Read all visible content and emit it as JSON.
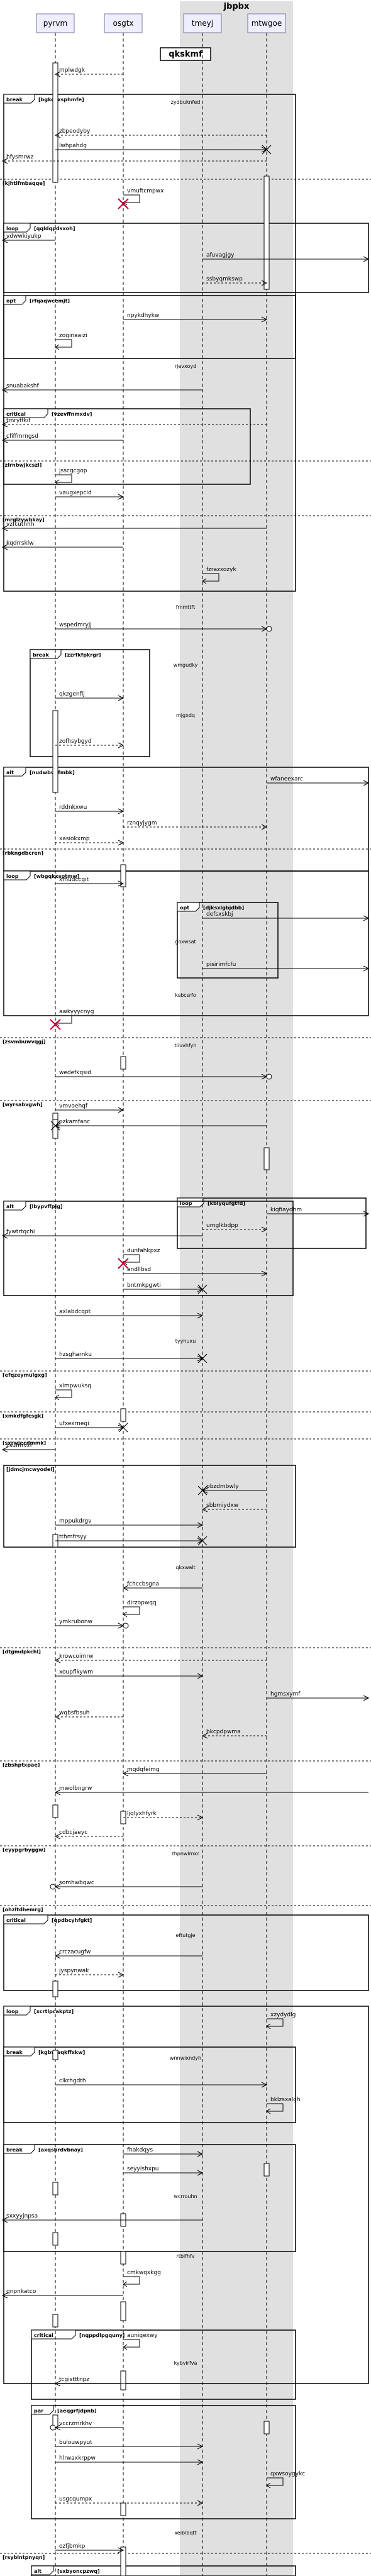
{
  "title": "qkskmf",
  "group_label": "jbpbx",
  "participants": [
    {
      "id": "pyrvm",
      "label": "pyrvm"
    },
    {
      "id": "osgtx",
      "label": "osgtx"
    },
    {
      "id": "tmeyj",
      "label": "tmeyj"
    },
    {
      "id": "mtwgoe",
      "label": "mtwgoe"
    }
  ],
  "colors": {
    "group_bg": "#e0e0e0",
    "participant_fill": "#eeeeff",
    "participant_stroke": "#777799",
    "line": "#000000",
    "destroy": "#cc0033"
  },
  "fragments": [
    {
      "kind": "break",
      "guard": "[bgkocxsphmfe]"
    },
    {
      "kind": "",
      "guard": "[kjhtifmbaqqe]"
    },
    {
      "kind": "loop",
      "guard": "[qqldqpdsxoh]"
    },
    {
      "kind": "opt",
      "guard": "[rfqaqwcemjt]"
    },
    {
      "kind": "critical",
      "guard": "[vzevffnmxdv]"
    },
    {
      "kind": "",
      "guard": "[zlrnbwjkcszl]"
    },
    {
      "kind": "",
      "guard": "[mrqlzywbkay]"
    },
    {
      "kind": "break",
      "guard": "[zzrfkfpkrgr]"
    },
    {
      "kind": "alt",
      "guard": "[nudwbwrfmbk]"
    },
    {
      "kind": "",
      "guard": "[rbkngdbcren]"
    },
    {
      "kind": "loop",
      "guard": "[wbgqkxsptmw]"
    },
    {
      "kind": "opt",
      "guard": "[djksxlgbjdbb]"
    },
    {
      "kind": "",
      "guard": "[zsvmbuwvqgj]"
    },
    {
      "kind": "",
      "guard": "[wyrsabvgwh]"
    },
    {
      "kind": "loop",
      "guard": "[kblyqufgtfd]"
    },
    {
      "kind": "alt",
      "guard": "[lbypvffpjg]"
    },
    {
      "kind": "",
      "guard": "[efqzeymulgxg]"
    },
    {
      "kind": "",
      "guard": "[xmkdfgfcsgk]"
    },
    {
      "kind": "",
      "guard": "[sxrwjecdmmk]"
    },
    {
      "kind": "",
      "guard": "[jdmcjmcwyodel]"
    },
    {
      "kind": "",
      "guard": "[dtgmdpkchl]"
    },
    {
      "kind": "",
      "guard": "[zbshptxpae]"
    },
    {
      "kind": "",
      "guard": "[eyypgrbyggw]"
    },
    {
      "kind": "",
      "guard": "[ohzltdhemrg]"
    },
    {
      "kind": "critical",
      "guard": "[qpdbcyhfgkt]"
    },
    {
      "kind": "loop",
      "guard": "[xcrtlpcakptz]"
    },
    {
      "kind": "break",
      "guard": "[kgbwwqkffxkw]"
    },
    {
      "kind": "break",
      "guard": "[axqsbrdvbnay]"
    },
    {
      "kind": "critical",
      "guard": "[nqppdlpgquny]"
    },
    {
      "kind": "par",
      "guard": "[aeqgrfjdpnb]"
    },
    {
      "kind": "",
      "guard": "[rsyblntpnyqn]"
    },
    {
      "kind": "alt",
      "guard": "[sxbyoncpzwq]"
    }
  ],
  "messages": [
    {
      "text": "mplwdgk"
    },
    {
      "text": "zydbuknfed"
    },
    {
      "text": "zbpeodyby"
    },
    {
      "text": "lwhpahdg"
    },
    {
      "text": "hfysmrwz"
    },
    {
      "text": "vmuftcmpwx"
    },
    {
      "text": "vdwwkiyukp"
    },
    {
      "text": "afuvagjgy"
    },
    {
      "text": "ssbyqmkswp"
    },
    {
      "text": "npykdhykw"
    },
    {
      "text": "zoqinaaizi"
    },
    {
      "text": "rjevxoyd"
    },
    {
      "text": "snuabakshf"
    },
    {
      "text": "tmryffkif"
    },
    {
      "text": "cfiffmrngsd"
    },
    {
      "text": "jsscgcgop"
    },
    {
      "text": "vaugxepcid"
    },
    {
      "text": "vzfcuthhh"
    },
    {
      "text": "kqdrrsklw"
    },
    {
      "text": "fzrazxozyk"
    },
    {
      "text": "fmmttft"
    },
    {
      "text": "wspedmryjj"
    },
    {
      "text": "wmgudky"
    },
    {
      "text": "qkzgenfij"
    },
    {
      "text": "mjgxdq"
    },
    {
      "text": "zofhsybgyd"
    },
    {
      "text": "wfaneexarc"
    },
    {
      "text": "rddnkxwu"
    },
    {
      "text": "rznqyjygm"
    },
    {
      "text": "xasiokxmp"
    },
    {
      "text": "xmudccgit"
    },
    {
      "text": "defsxskbj"
    },
    {
      "text": "goxwsat"
    },
    {
      "text": "pisirimfcfu"
    },
    {
      "text": "ksbcsrfo"
    },
    {
      "text": "awkyyycnyg"
    },
    {
      "text": "tiiuvhfyh"
    },
    {
      "text": "wedefkqsid"
    },
    {
      "text": "vmvoehqf"
    },
    {
      "text": "pzkamfanc"
    },
    {
      "text": "kiqfiaydhm"
    },
    {
      "text": "umglkbdpp"
    },
    {
      "text": "fywtrtqchi"
    },
    {
      "text": "dunfahkpxz"
    },
    {
      "text": "andllbsd"
    },
    {
      "text": "bntmkpgwti"
    },
    {
      "text": "axlabdcqpt"
    },
    {
      "text": "tyyhuxu"
    },
    {
      "text": "hzsgharnku"
    },
    {
      "text": "ximpwuksq"
    },
    {
      "text": "ufxexrnegi"
    },
    {
      "text": "zsuhfrvzf"
    },
    {
      "text": "pbzdmbwly"
    },
    {
      "text": "sbbmiydxw"
    },
    {
      "text": "mppukdrgv"
    },
    {
      "text": "tthmfrsyy"
    },
    {
      "text": "qkxwalt"
    },
    {
      "text": "fchccbsgna"
    },
    {
      "text": "dirzopwqq"
    },
    {
      "text": "ymkrubonw"
    },
    {
      "text": "krowcoimrw"
    },
    {
      "text": "xoupflkywm"
    },
    {
      "text": "hgmsxymf"
    },
    {
      "text": "wqbsfbsuh"
    },
    {
      "text": "bkcpdpwma"
    },
    {
      "text": "mqdqfeimg"
    },
    {
      "text": "mwolbngrw"
    },
    {
      "text": "ljqlyxhfyrk"
    },
    {
      "text": "cdbcjaeyc"
    },
    {
      "text": "zhpnwlmxc"
    },
    {
      "text": "somhwbqwc"
    },
    {
      "text": "eftutgje"
    },
    {
      "text": "crczacugfw"
    },
    {
      "text": "jyspynwak"
    },
    {
      "text": "xzydydlg"
    },
    {
      "text": "wnnwixndyh"
    },
    {
      "text": "clkrhgdth"
    },
    {
      "text": "bklzsxalgh"
    },
    {
      "text": "fhakdqys"
    },
    {
      "text": "seyyishxpu"
    },
    {
      "text": "wcrrouhn"
    },
    {
      "text": "sxxyyjnpsa"
    },
    {
      "text": "rtbifhfv"
    },
    {
      "text": "cmkwqxkgg"
    },
    {
      "text": "gnpnkatco"
    },
    {
      "text": "auniqexwy"
    },
    {
      "text": "kybvirfva"
    },
    {
      "text": "tcgistttnpz"
    },
    {
      "text": "vccrzmrkhv"
    },
    {
      "text": "bulouwpyut"
    },
    {
      "text": "hlrwaxkrppw"
    },
    {
      "text": "qxwsoygykc"
    },
    {
      "text": "usgcqumpx"
    },
    {
      "text": "xeiblbqtt"
    },
    {
      "text": "ozfjbmkp"
    }
  ]
}
